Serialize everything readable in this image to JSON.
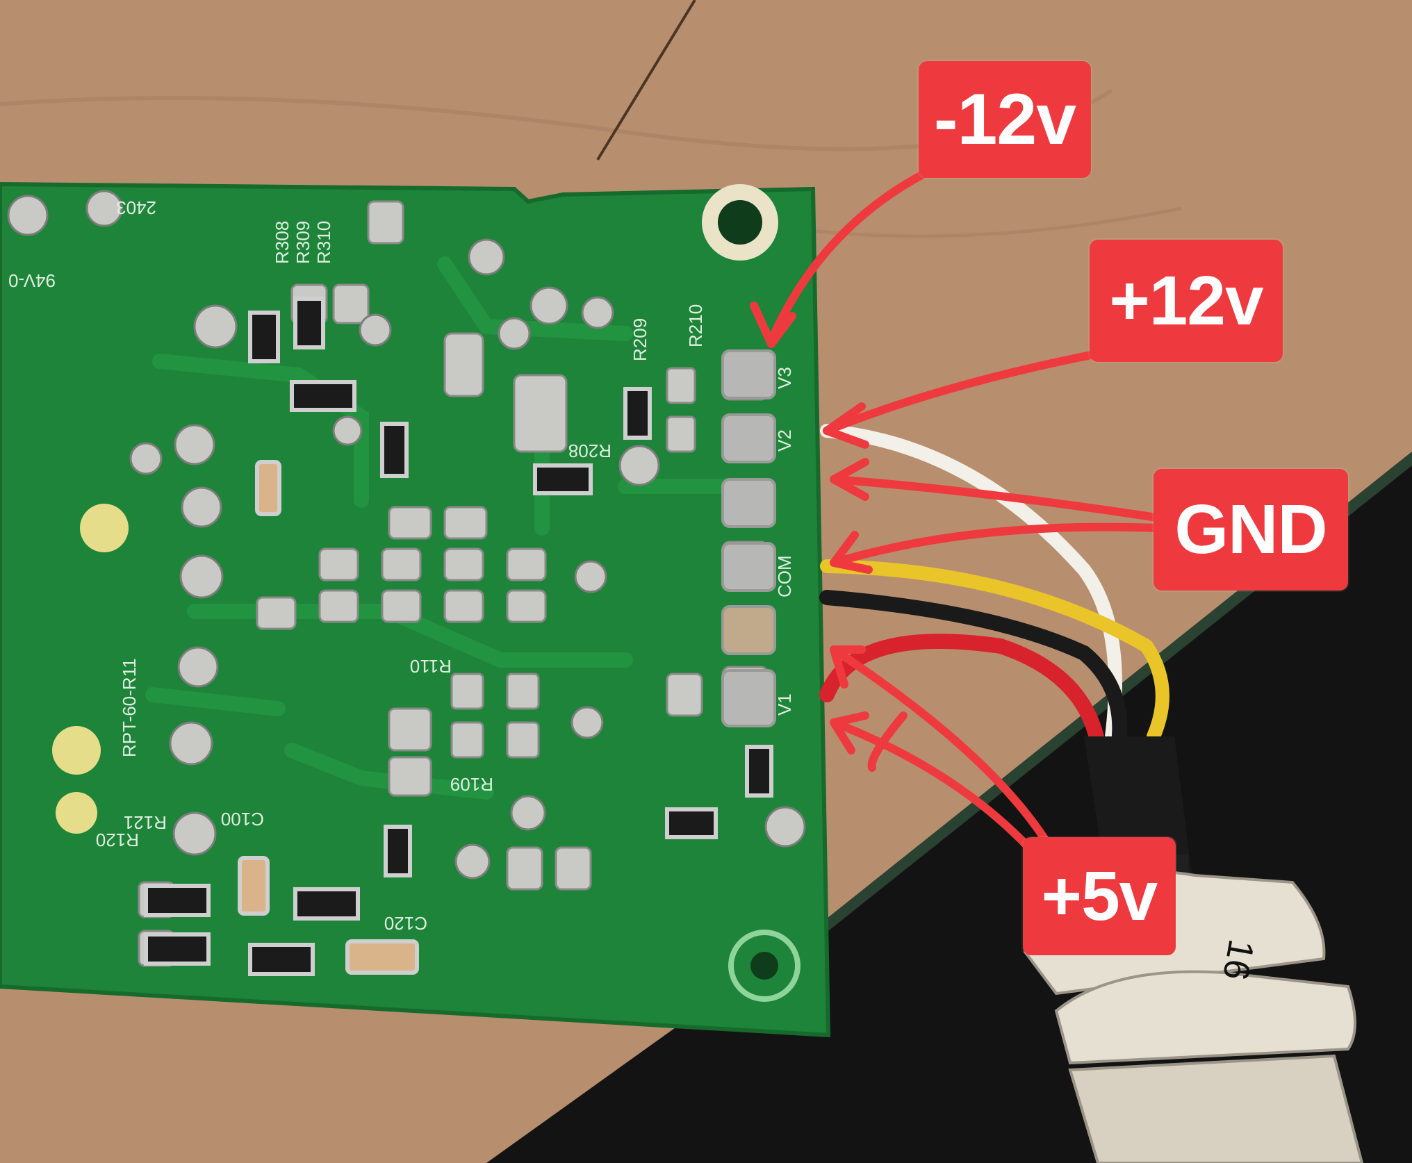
{
  "labels": {
    "minus_12v": "-12v",
    "plus_12v": "+12v",
    "gnd": "GND",
    "plus_5v": "+5v"
  },
  "colors": {
    "label_background": "#ee3a3e",
    "label_text": "#ffffff",
    "arrow": "#ee3a3e",
    "pcb": "#1f8a3a",
    "table": "#b78f6f",
    "glass": "#141414"
  },
  "board_markings": {
    "model": "RPT-60-R11",
    "code": "2403",
    "rating": "94V-0",
    "ref_r308": "R308",
    "ref_r309": "R309",
    "ref_r310": "R310",
    "ref_r210": "R210",
    "ref_r209": "R209",
    "ref_r208": "R208",
    "ref_r110": "R110",
    "ref_r109": "R109",
    "ref_r120": "R120",
    "ref_r121": "R121",
    "ref_c100": "C100",
    "ref_c120": "C120",
    "pin_v3": "V3",
    "pin_v2": "V2",
    "pin_com": "COM",
    "pin_v1": "V1"
  },
  "cable_tag": "16",
  "wire_colors": [
    "#f2f0e8",
    "#e9c52a",
    "#1a1a1a",
    "#d8232c"
  ]
}
